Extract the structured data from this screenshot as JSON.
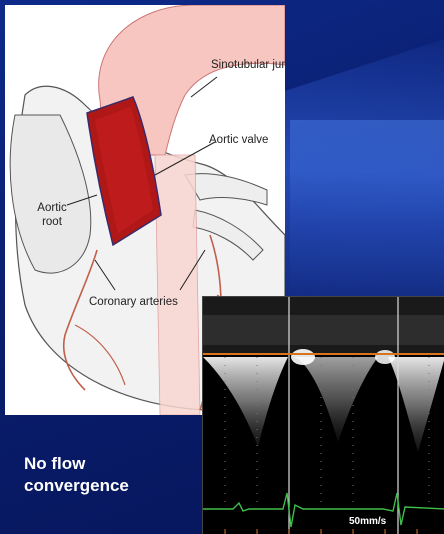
{
  "anatomy": {
    "labels": {
      "sinotubular_junction": "Sinotubular junction",
      "aortic_valve": "Aortic valve",
      "aortic_root": "Aortic root",
      "coronary_arteries": "Coronary arteries"
    }
  },
  "caption": {
    "line1": "No flow",
    "line2": "convergence"
  },
  "doppler": {
    "speed_label": "50mm/s"
  },
  "colors": {
    "background": "#0a1e6e",
    "aortic_root_fill": "#b01818",
    "aorta_fill": "#f7c6c0",
    "coronary_artery": "#c0604a",
    "ecg_trace": "#3fbf4a",
    "baseline": "#d8741e",
    "caption_text": "#ffffff"
  }
}
